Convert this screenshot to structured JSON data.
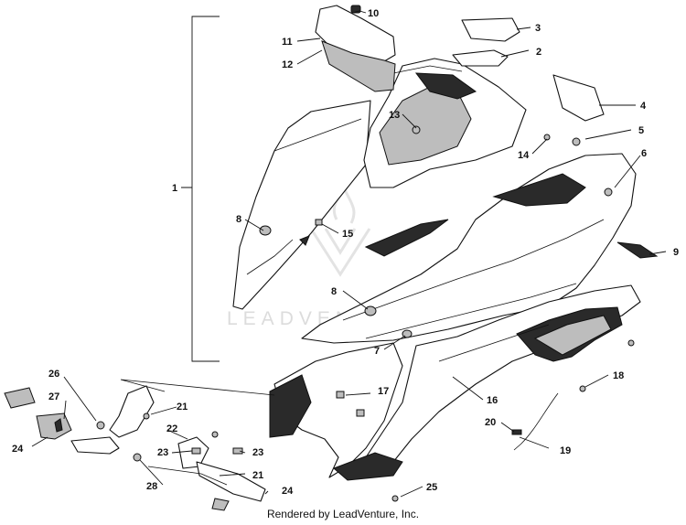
{
  "watermark": {
    "text": "LEADVENTURE"
  },
  "footer": {
    "credit": "Rendered by LeadVenture, Inc."
  },
  "callouts": {
    "c1": "1",
    "c2": "2",
    "c3": "3",
    "c4": "4",
    "c5": "5",
    "c6": "6",
    "c7": "7",
    "c8a": "8",
    "c8b": "8",
    "c9": "9",
    "c10": "10",
    "c11": "11",
    "c12": "12",
    "c13": "13",
    "c14": "14",
    "c15": "15",
    "c16": "16",
    "c17": "17",
    "c18": "18",
    "c19": "19",
    "c20": "20",
    "c21a": "21",
    "c21b": "21",
    "c22": "22",
    "c23a": "23",
    "c23b": "23",
    "c24a": "24",
    "c24b": "24",
    "c25": "25",
    "c26": "26",
    "c27": "27",
    "c28": "28"
  }
}
